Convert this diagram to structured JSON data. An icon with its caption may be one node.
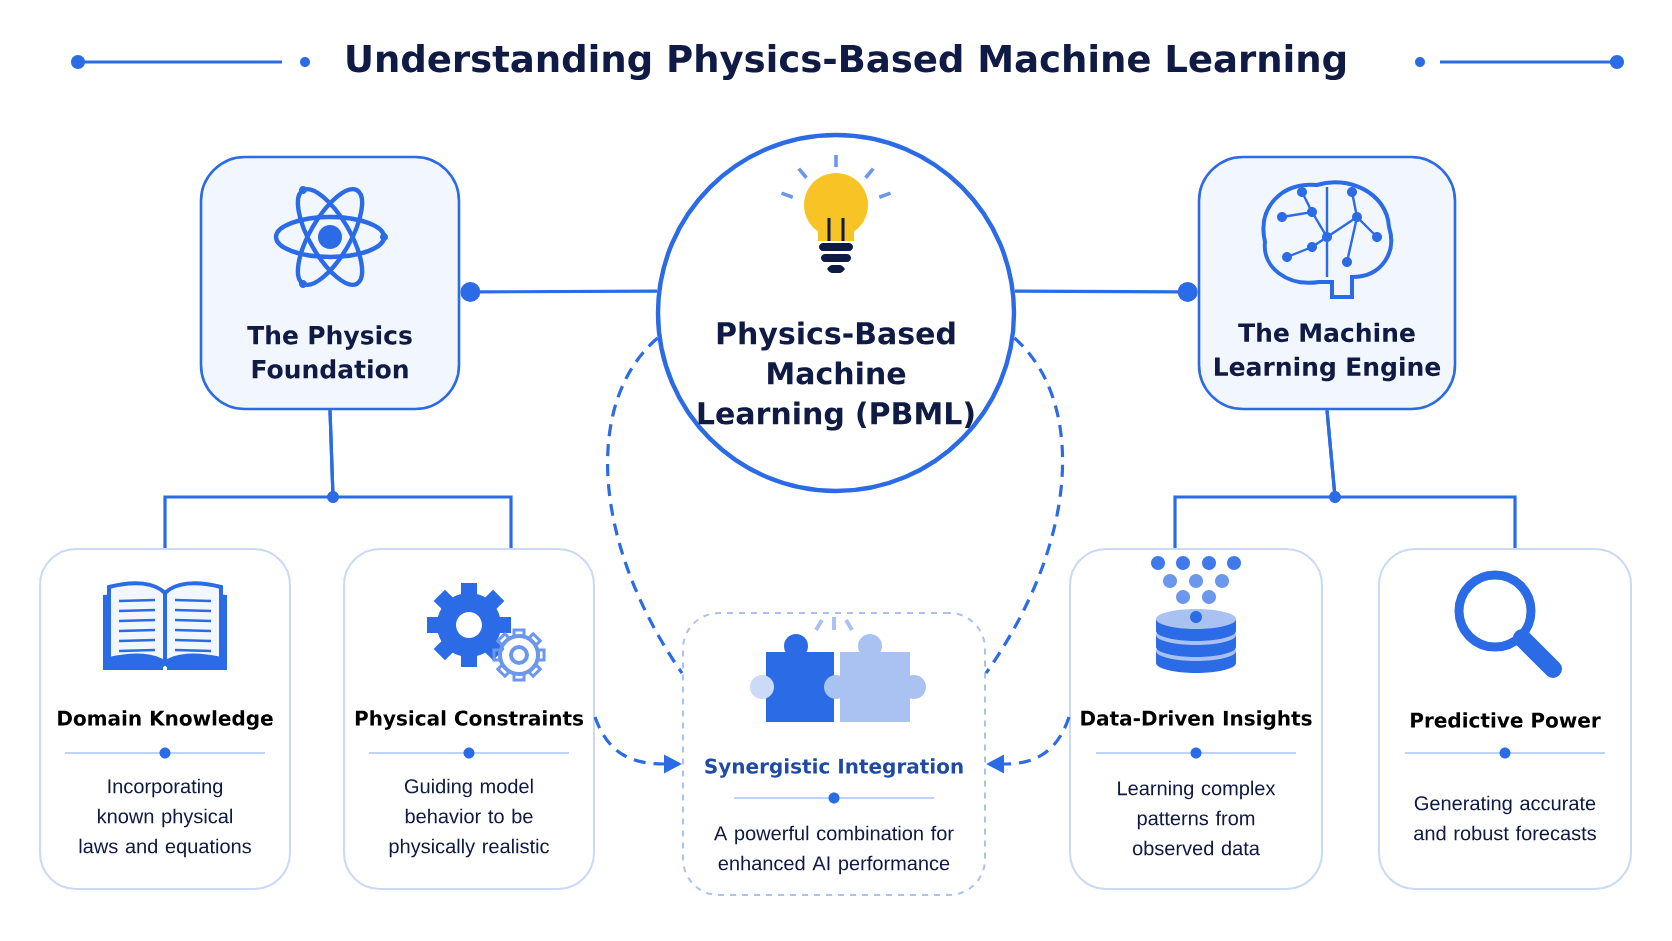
{
  "diagram": {
    "title": "Understanding Physics-Based Machine Learning",
    "nodes": [
      {
        "text": [
          "The Physics Foundation"
        ]
      },
      {
        "text": [
          "Physics-Based Machine Learning (PBML)"
        ]
      },
      {
        "text": [
          "The Machine Learning Engine"
        ]
      },
      {
        "text": [
          "Domain Knowledge",
          "Incorporating known physical laws and equations"
        ]
      },
      {
        "text": [
          "Physical Constraints",
          "Guiding model behavior to be physically realistic"
        ]
      },
      {
        "text": [
          "Synergistic Integration",
          "A powerful combination for enhanced AI performance"
        ]
      },
      {
        "text": [
          "Data-Driven Insights",
          "Learning complex patterns from observed data"
        ]
      },
      {
        "text": [
          "Predictive Power",
          "Generating accurate and robust forecasts"
        ]
      }
    ],
    "edges": [
      {
        "from": 0,
        "to": 1,
        "arrow": "other"
      },
      {
        "from": 2,
        "to": 1,
        "arrow": "other"
      },
      {
        "from": 0,
        "to": 3,
        "arrow": "none"
      },
      {
        "from": 0,
        "to": 4,
        "arrow": "none"
      },
      {
        "from": 2,
        "to": 6,
        "arrow": "none"
      },
      {
        "from": 2,
        "to": 7,
        "arrow": "none"
      },
      {
        "from": 1,
        "to": 5,
        "arrow": "none",
        "style": "dashed"
      },
      {
        "from": 1,
        "to": 5,
        "arrow": "none",
        "style": "dashed"
      },
      {
        "from": 4,
        "to": 5,
        "arrow": "to",
        "style": "dashed"
      },
      {
        "from": 6,
        "to": 5,
        "arrow": "to",
        "style": "dashed"
      }
    ]
  }
}
